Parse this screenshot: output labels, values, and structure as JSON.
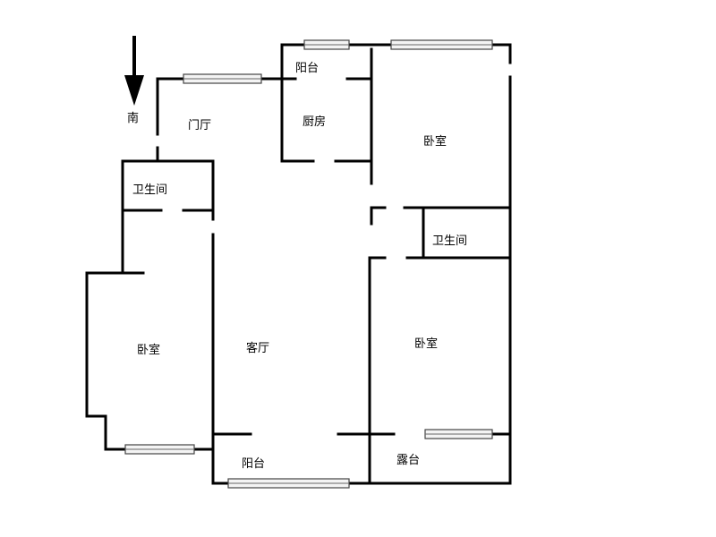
{
  "compass": {
    "label": "南"
  },
  "rooms": {
    "balcony_top": "阳台",
    "kitchen": "厨房",
    "foyer": "门厅",
    "bedroom_ne": "卧室",
    "bathroom_w": "卫生间",
    "bathroom_e": "卫生间",
    "bedroom_w": "卧室",
    "living": "客厅",
    "bedroom_se": "卧室",
    "balcony_bottom": "阳台",
    "terrace": "露台"
  }
}
